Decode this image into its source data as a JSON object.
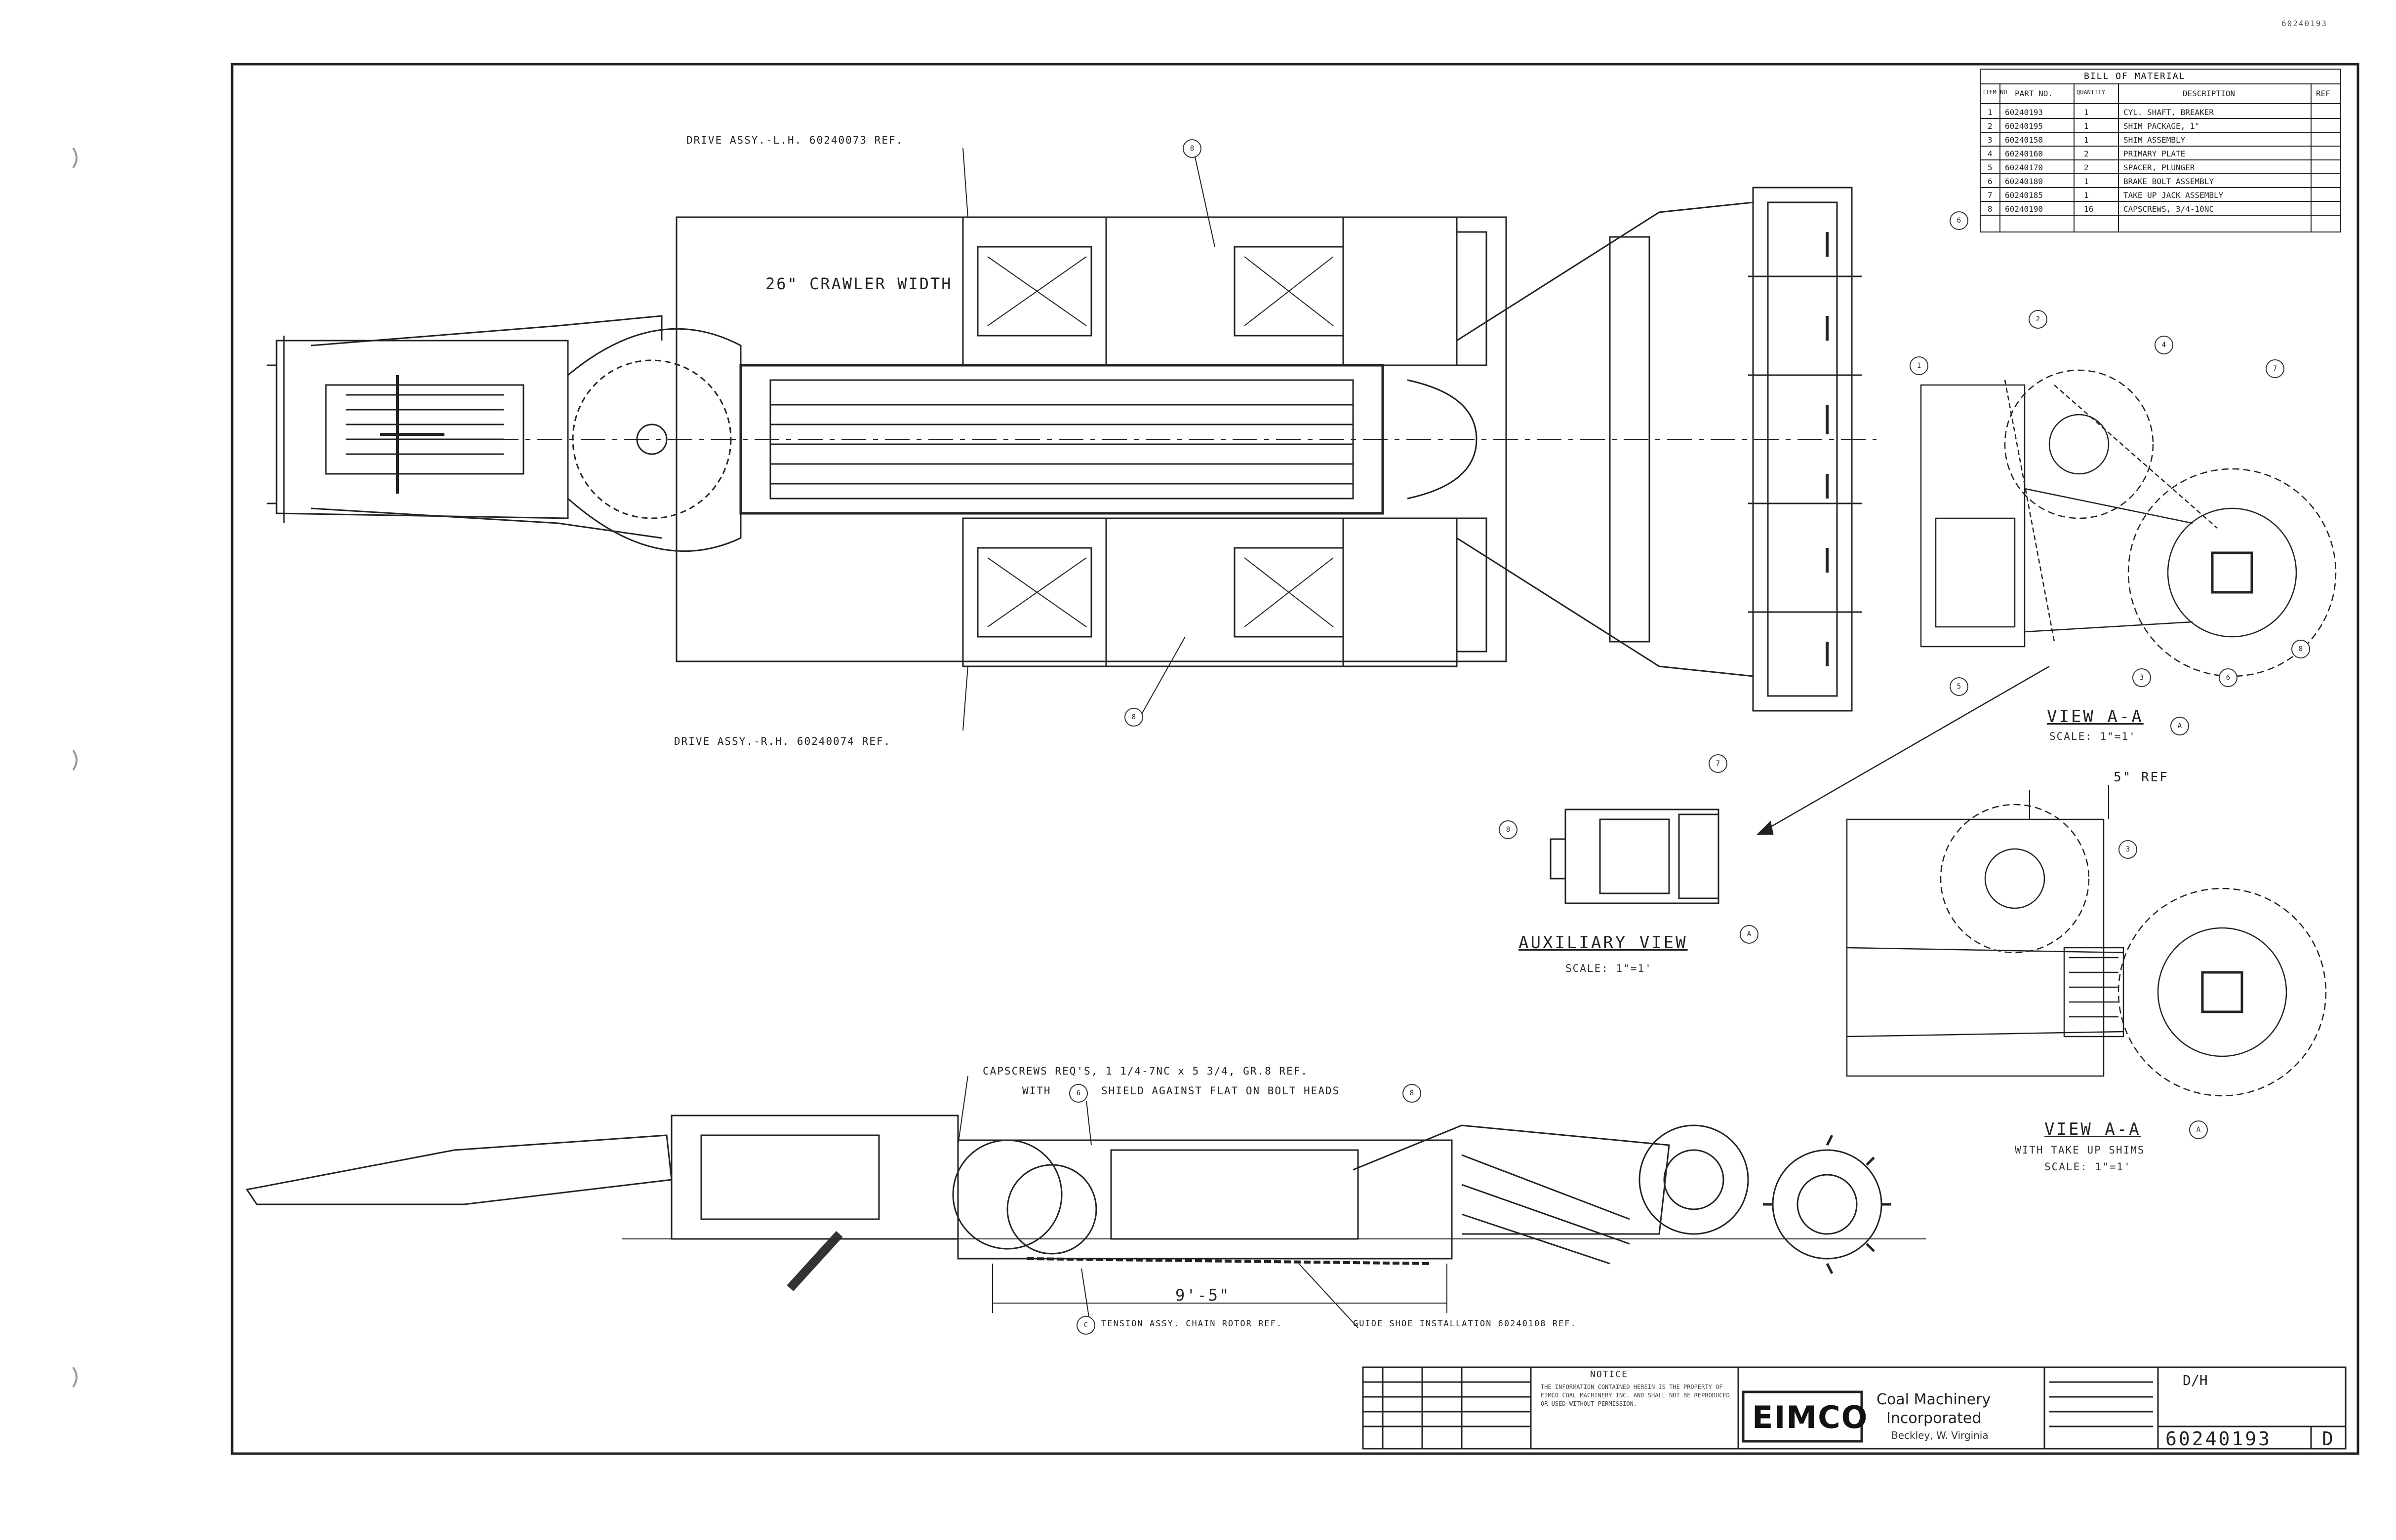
{
  "sheet": {
    "corner_stamp": "60240193",
    "border_color": "#222222"
  },
  "bill_of_materials": {
    "title": "BILL OF MATERIAL",
    "headers": [
      "ITEM NO",
      "PART NO.",
      "QUANTITY",
      "DESCRIPTION",
      "REF"
    ],
    "rows": [
      {
        "item": "1",
        "part": "60240193",
        "qty": "1",
        "desc": "CYL. SHAFT, BREAKER"
      },
      {
        "item": "2",
        "part": "60240195",
        "qty": "1",
        "desc": "SHIM PACKAGE, 1\""
      },
      {
        "item": "3",
        "part": "60240150",
        "qty": "1",
        "desc": "SHIM ASSEMBLY"
      },
      {
        "item": "4",
        "part": "60240160",
        "qty": "2",
        "desc": "PRIMARY PLATE"
      },
      {
        "item": "5",
        "part": "60240170",
        "qty": "2",
        "desc": "SPACER, PLUNGER"
      },
      {
        "item": "6",
        "part": "60240180",
        "qty": "1",
        "desc": "BRAKE BOLT ASSEMBLY"
      },
      {
        "item": "7",
        "part": "60240185",
        "qty": "1",
        "desc": "TAKE UP JACK ASSEMBLY"
      },
      {
        "item": "8",
        "part": "60240190",
        "qty": "16",
        "desc": "CAPSCREWS, 3/4-10NC"
      }
    ]
  },
  "labels": {
    "drive_lh": "DRIVE ASSY.-L.H. 60240073 REF.",
    "drive_rh": "DRIVE ASSY.-R.H. 60240074 REF.",
    "crawler_width": "26\" CRAWLER WIDTH",
    "capscrews_line1": "CAPSCREWS REQ'S, 1 1/4-7NC x 5 3/4, GR.8 REF.",
    "capscrews_line2_a": "WITH",
    "capscrews_line2_b": "SHIELD AGAINST FLAT ON BOLT HEADS",
    "dim_9_5": "9'-5\"",
    "dim_5_ref": "5\" REF",
    "tensioner_note": "TENSION ASSY. CHAIN ROTOR REF.",
    "guide_note": "GUIDE SHOE INSTALLATION 60240108 REF."
  },
  "views": {
    "view_aa_1_title": "VIEW A-A",
    "view_aa_1_scale": "SCALE: 1\"=1'",
    "aux_title": "AUXILIARY VIEW",
    "aux_scale": "SCALE: 1\"=1'",
    "view_aa_2_title": "VIEW A-A",
    "view_aa_2_sub": "WITH TAKE UP SHIMS",
    "view_aa_2_scale": "SCALE: 1\"=1'"
  },
  "balloons": {
    "top_plan_upper": "8",
    "top_plan_lower": "8",
    "bom_side": "6",
    "aa1_1": "1",
    "aa1_2": "2",
    "aa1_3": "4",
    "aa1_4": "7",
    "aa1_5": "5",
    "aa1_6": "3",
    "aa1_7": "6",
    "aa1_8": "8",
    "aa1_title": "A",
    "aux_left": "8",
    "aux_top": "7",
    "aux_title": "A",
    "aa2_1": "3",
    "aa2_title": "A",
    "side_with": "6",
    "side_end": "8",
    "side_tension": "C"
  },
  "title_block": {
    "notice_heading": "NOTICE",
    "notice_text": "THE INFORMATION CONTAINED HEREIN IS THE PROPERTY OF EIMCO COAL MACHINERY INC. AND SHALL NOT BE REPRODUCED OR USED WITHOUT PERMISSION.",
    "logo": "EIMCO",
    "company_line1": "Coal Machinery",
    "company_line2": "Incorporated",
    "company_line3": "Beckley, W. Virginia",
    "sheet_size": "D/H",
    "drawing_number": "60240193",
    "revision": "D"
  }
}
